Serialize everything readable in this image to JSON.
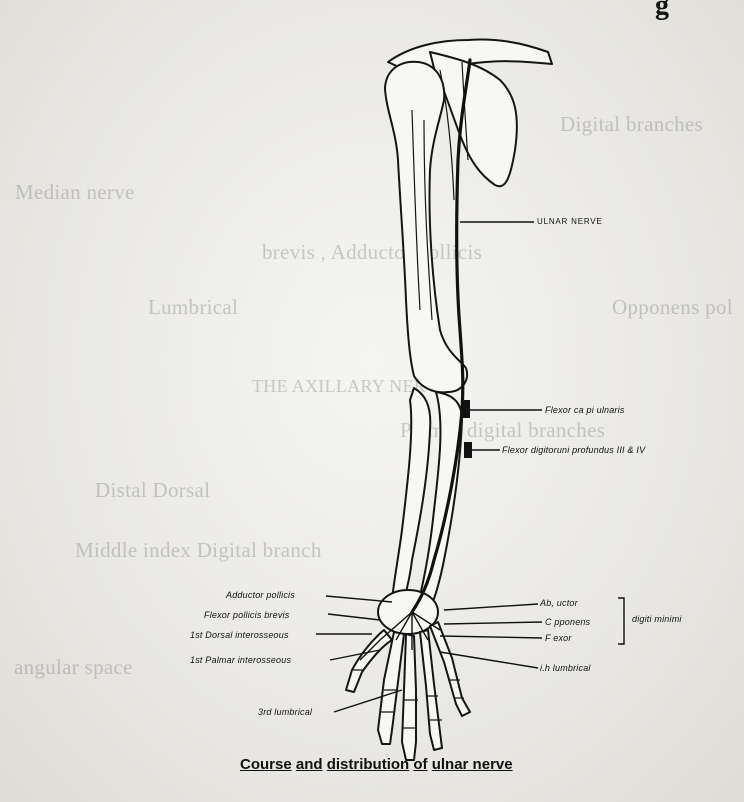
{
  "labels": {
    "ulnar_nerve": "ULNAR NERVE",
    "flexor_carpi_ulnaris": "Flexor ca pi ulnaris",
    "flexor_digitorum_profundus": "Flexor digitoruni profundus III & IV",
    "adductor_pollicis": "Adductor pollicis",
    "flexor_pollicis_brevis": "Flexor pollicis brevis",
    "first_dorsal_interosseous": "1st Dorsal interosseous",
    "first_palmar_interosseous": "1st Palmar interosseous",
    "third_lumbrical": "3rd lumbrical",
    "abductor": "Ab, uctor",
    "opponens": "C pponens",
    "flexor": "F exor",
    "digiti_minimi": "digiti minimi",
    "fourth_lumbrical": "i.h lumbrical"
  },
  "caption": {
    "part1": "Course",
    "part2": "and",
    "part3": "distribution",
    "part4": "of",
    "part5": "ulnar nerve"
  },
  "bleed_through": [
    "Digital branches",
    "Median nerve",
    "brevis , Adductor pollicis",
    "Lumbrical",
    "Opponens pol",
    "THE AXILLARY NERVE",
    "Palmar digital branches",
    "Distal Dorsal",
    "Middle index Digital branch",
    "angular space"
  ]
}
